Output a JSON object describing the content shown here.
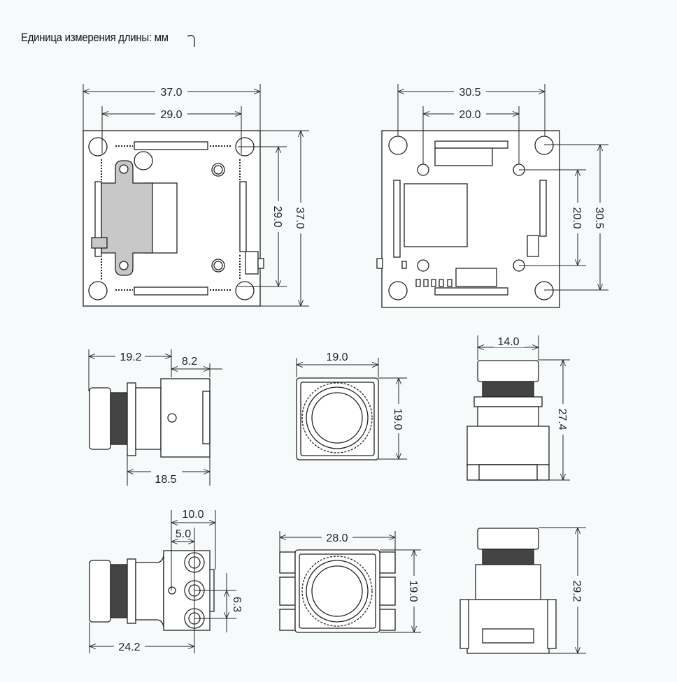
{
  "title": "Единица измерения длины: мм",
  "views": {
    "front_pcb": {
      "width": "37.0",
      "hole_spacing_x": "29.0",
      "hole_spacing_y": "29.0",
      "height": "37.0"
    },
    "back_pcb": {
      "width": "30.5",
      "hole_spacing_x": "20.0",
      "hole_spacing_y": "20.0",
      "height": "30.5"
    },
    "side_view": {
      "lens_length": "19.2",
      "body_length": "8.2",
      "depth": "18.5"
    },
    "front_view": {
      "width": "19.0",
      "height": "19.0"
    },
    "top_view": {
      "lens_width": "14.0",
      "height": "27.4"
    },
    "side_view_bracket": {
      "mount_offset": "10.0",
      "hole_offset": "5.0",
      "hole_spacing": "6.3",
      "length": "24.2"
    },
    "front_view_bracket": {
      "width": "28.0",
      "height": "19.0"
    },
    "top_view_bracket": {
      "height": "29.2"
    }
  }
}
